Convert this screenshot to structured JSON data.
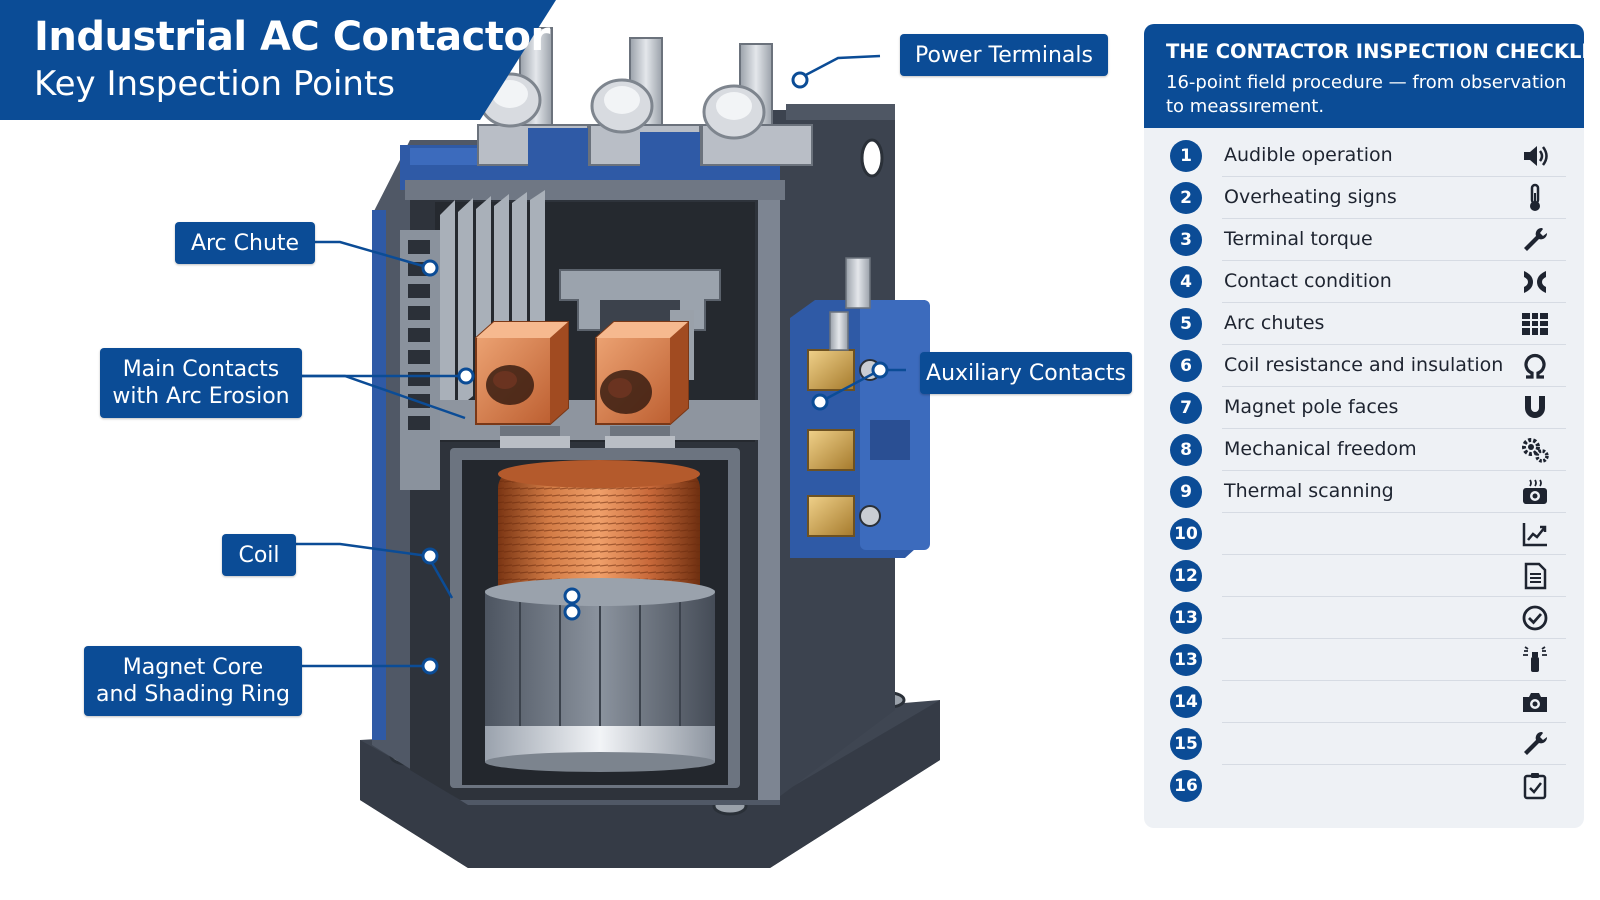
{
  "header": {
    "title": "Industrial AC Contactor",
    "subtitle": "Key Inspection Points"
  },
  "callouts": {
    "power_terminals": "Power Terminals",
    "arc_chute": "Arc Chute",
    "main_contacts_line1": "Main Contacts",
    "main_contacts_line2": "with Arc Erosion",
    "auxiliary_contacts": "Auxiliary Contacts",
    "coil": "Coil",
    "magnet_core_line1": "Magnet Core",
    "magnet_core_line2": "and Shading Ring"
  },
  "checklist": {
    "title": "THE CONTACTOR INSPECTION CHECKLIST",
    "subtitle": "16-point field procedure — from observation to meassırement.",
    "items": [
      {
        "number": "1",
        "label": "Audible operation",
        "icon": "speaker-icon"
      },
      {
        "number": "2",
        "label": "Overheating signs",
        "icon": "thermometer-icon"
      },
      {
        "number": "3",
        "label": "Terminal torque",
        "icon": "wrench-icon"
      },
      {
        "number": "4",
        "label": "Contact condition",
        "icon": "contacts-icon"
      },
      {
        "number": "5",
        "label": "Arc chutes",
        "icon": "grid-icon"
      },
      {
        "number": "6",
        "label": "Coil resistance and insulation",
        "icon": "ohm-icon"
      },
      {
        "number": "7",
        "label": "Magnet pole faces",
        "icon": "magnet-icon"
      },
      {
        "number": "8",
        "label": "Mechanical freedom",
        "icon": "gears-icon"
      },
      {
        "number": "9",
        "label": "Thermal scanning",
        "icon": "thermal-camera-icon"
      },
      {
        "number": "10",
        "label": "",
        "icon": "trend-chart-icon"
      },
      {
        "number": "12",
        "label": "",
        "icon": "document-icon"
      },
      {
        "number": "13",
        "label": "",
        "icon": "check-circle-icon"
      },
      {
        "number": "13",
        "label": "",
        "icon": "spray-icon"
      },
      {
        "number": "14",
        "label": "",
        "icon": "camera-icon"
      },
      {
        "number": "15",
        "label": "",
        "icon": "wrench-icon"
      },
      {
        "number": "16",
        "label": "",
        "icon": "clipboard-check-icon"
      }
    ]
  },
  "colors": {
    "brand_blue": "#0b4c96",
    "panel_bg": "#eef1f5",
    "housing_dark": "#4a5260",
    "copper": "#c8693a"
  }
}
